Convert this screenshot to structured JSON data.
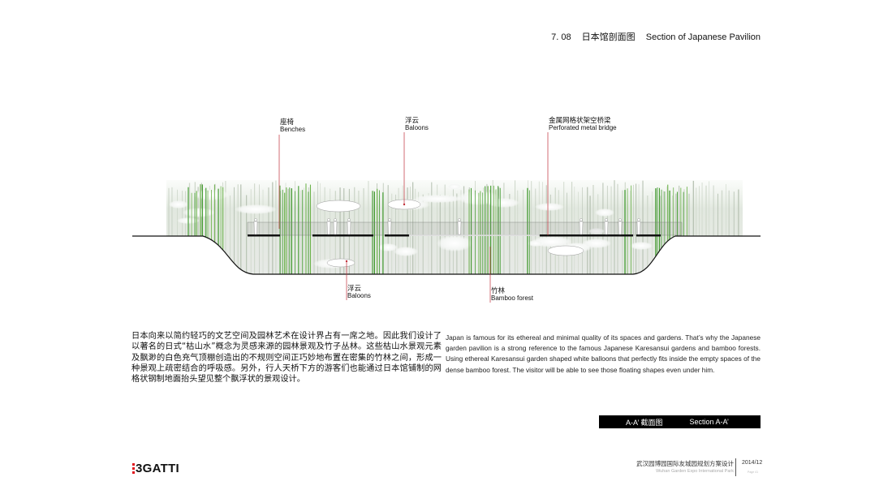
{
  "header": {
    "number": "7. 08",
    "title_zh": "日本馆剖面图",
    "title_en": "Section of Japanese Pavilion"
  },
  "section": {
    "labels": [
      {
        "zh": "座椅",
        "en": "Benches"
      },
      {
        "zh": "浮云",
        "en": "Baloons"
      },
      {
        "zh": "金属网格状架空桥梁",
        "en": "Perforated metal bridge"
      },
      {
        "zh": "浮云",
        "en": "Baloons"
      },
      {
        "zh": "竹林",
        "en": "Bamboo forest"
      }
    ],
    "colors": {
      "bamboo": "#3f9a2c",
      "leader": "#c0303a",
      "ground": "#111111"
    }
  },
  "text_zh": "日本向来以简约轻巧的文艺空间及园林艺术在设计界占有一席之地。因此我们设计了以著名的日式“枯山水”概念为灵感来源的园林景观及竹子丛林。这些枯山水景观元素及飘渺的白色充气顶棚创造出的不规则空间正巧妙地布置在密集的竹林之间，形成一种景观上疏密结合的呼吸感。另外，行人天桥下方的游客们也能通过日本馆铺制的网格状钢制地面抬头望见整个飘浮状的景观设计。",
  "text_en": "Japan is famous for its ethereal and minimal quality of its spaces and gardens. That’s why the Japanese garden pavilion is a strong reference to the famous Japanese Karesansui gardens and bamboo forests. Using ethereal Karesansui garden shaped white balloons that perfectly fits inside the empty spaces of the dense bamboo forest. The visitor will be able to see those floating shapes even under him.",
  "caption": {
    "zh": "A-A’ 截面图",
    "en": "Section A-A’"
  },
  "logo": "3GATTI",
  "footer": {
    "project_zh": "武汉园博园国际友城园规划方案设计",
    "project_en": "Wuhan Garden Expo International Park",
    "date": "2014/12",
    "page": "Page 41"
  }
}
